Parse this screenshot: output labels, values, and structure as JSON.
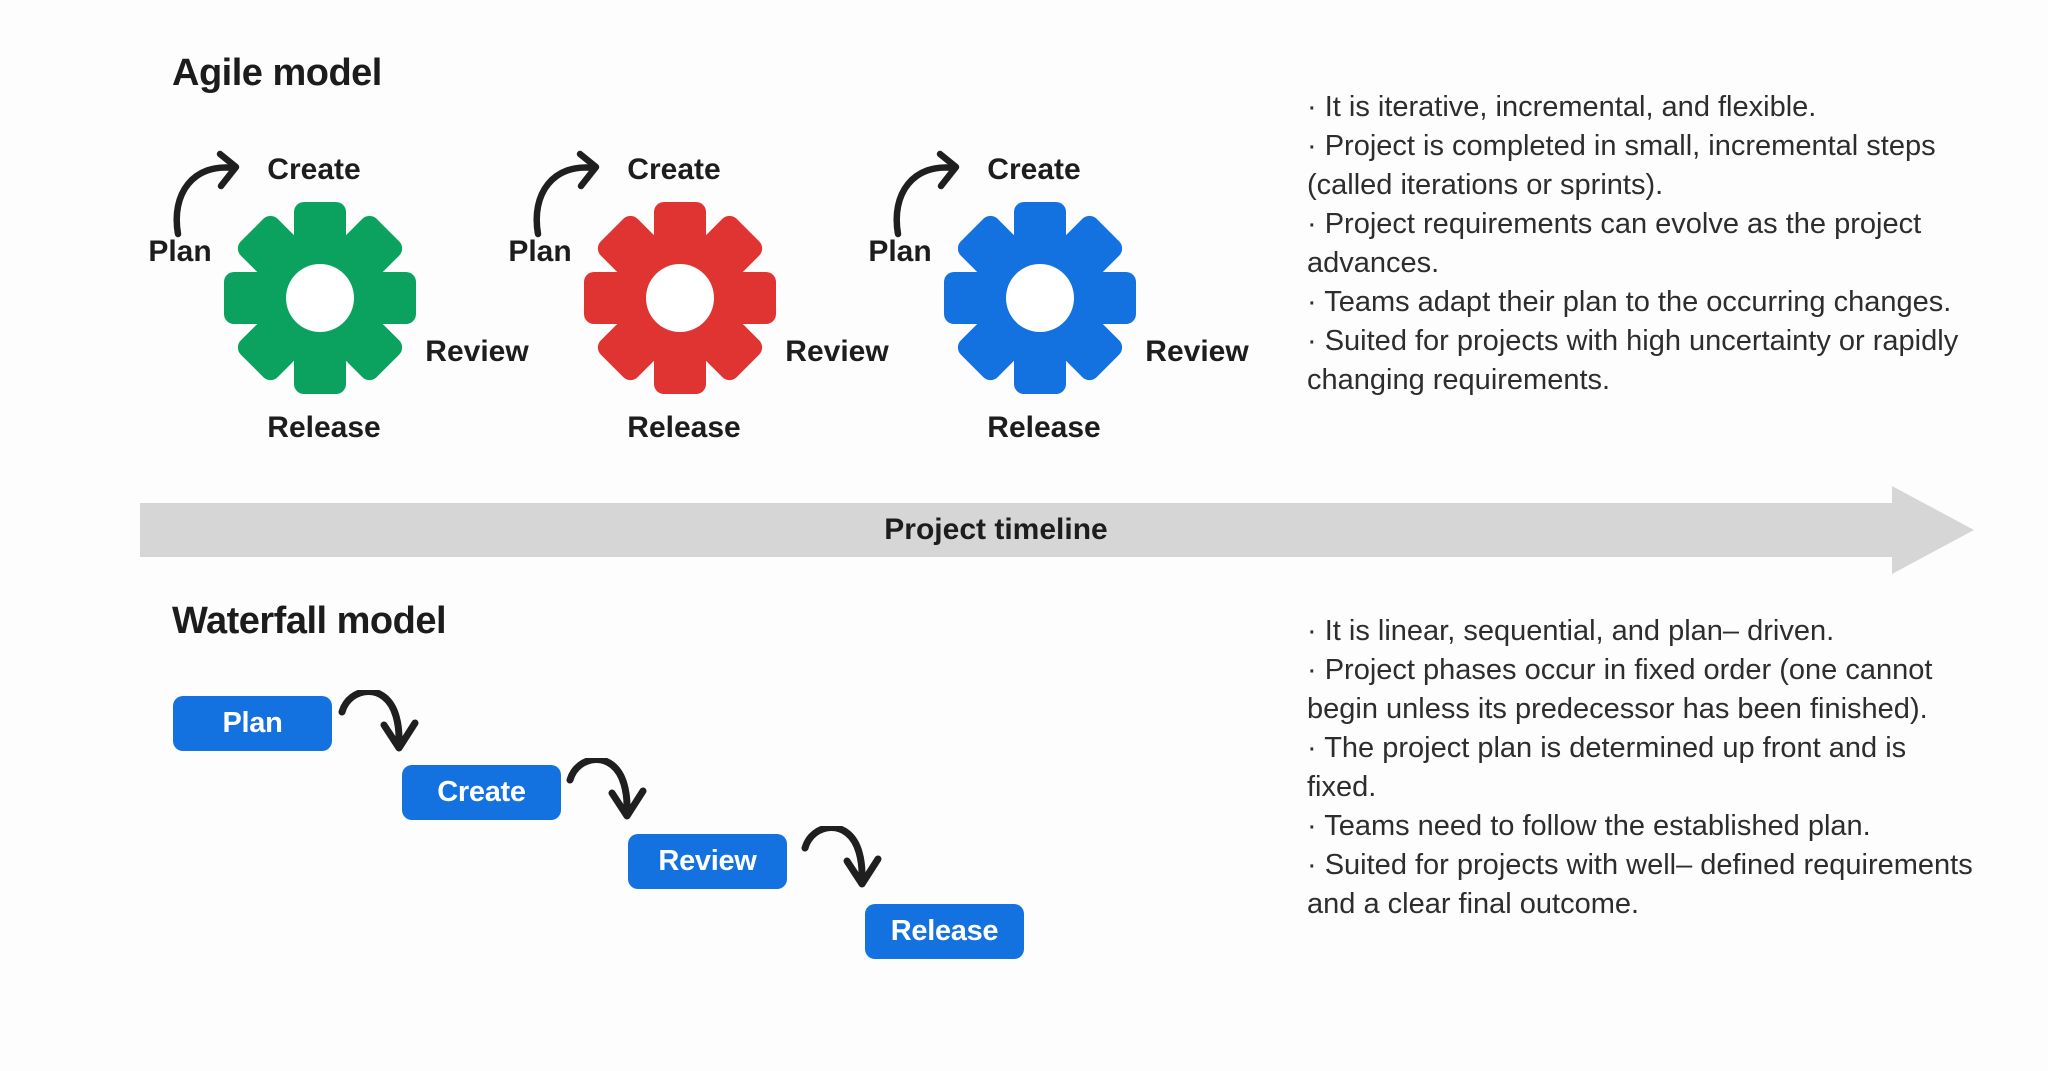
{
  "background": "#fdfdfd",
  "agile": {
    "title": "Agile model",
    "cycle_labels": {
      "plan": "Plan",
      "create": "Create",
      "review": "Review",
      "release": "Release"
    },
    "gear_colors": [
      "#0aa25e",
      "#e03433",
      "#1471e0"
    ],
    "bullets": [
      "· It is iterative, incremental, and flexible.",
      "· Project is completed in small, incremental steps (called iterations or sprints).",
      "· Project requirements can evolve as the project advances.",
      "· Teams adapt their plan to the occurring changes.",
      "· Suited for projects with high uncertainty or rapidly changing requirements."
    ]
  },
  "timeline": {
    "label": "Project timeline",
    "bar_color": "#d6d6d6"
  },
  "waterfall": {
    "title": "Waterfall model",
    "steps": [
      "Plan",
      "Create",
      "Review",
      "Release"
    ],
    "box_color": "#1471e0",
    "bullets": [
      "· It is linear, sequential, and plan– driven.",
      "· Project phases occur in fixed order (one cannot begin unless its predecessor has been finished).",
      "· The project plan is determined up front and is fixed.",
      "· Teams need to follow the established plan.",
      "·  Suited for projects with well– defined requirements and a clear final outcome."
    ]
  }
}
